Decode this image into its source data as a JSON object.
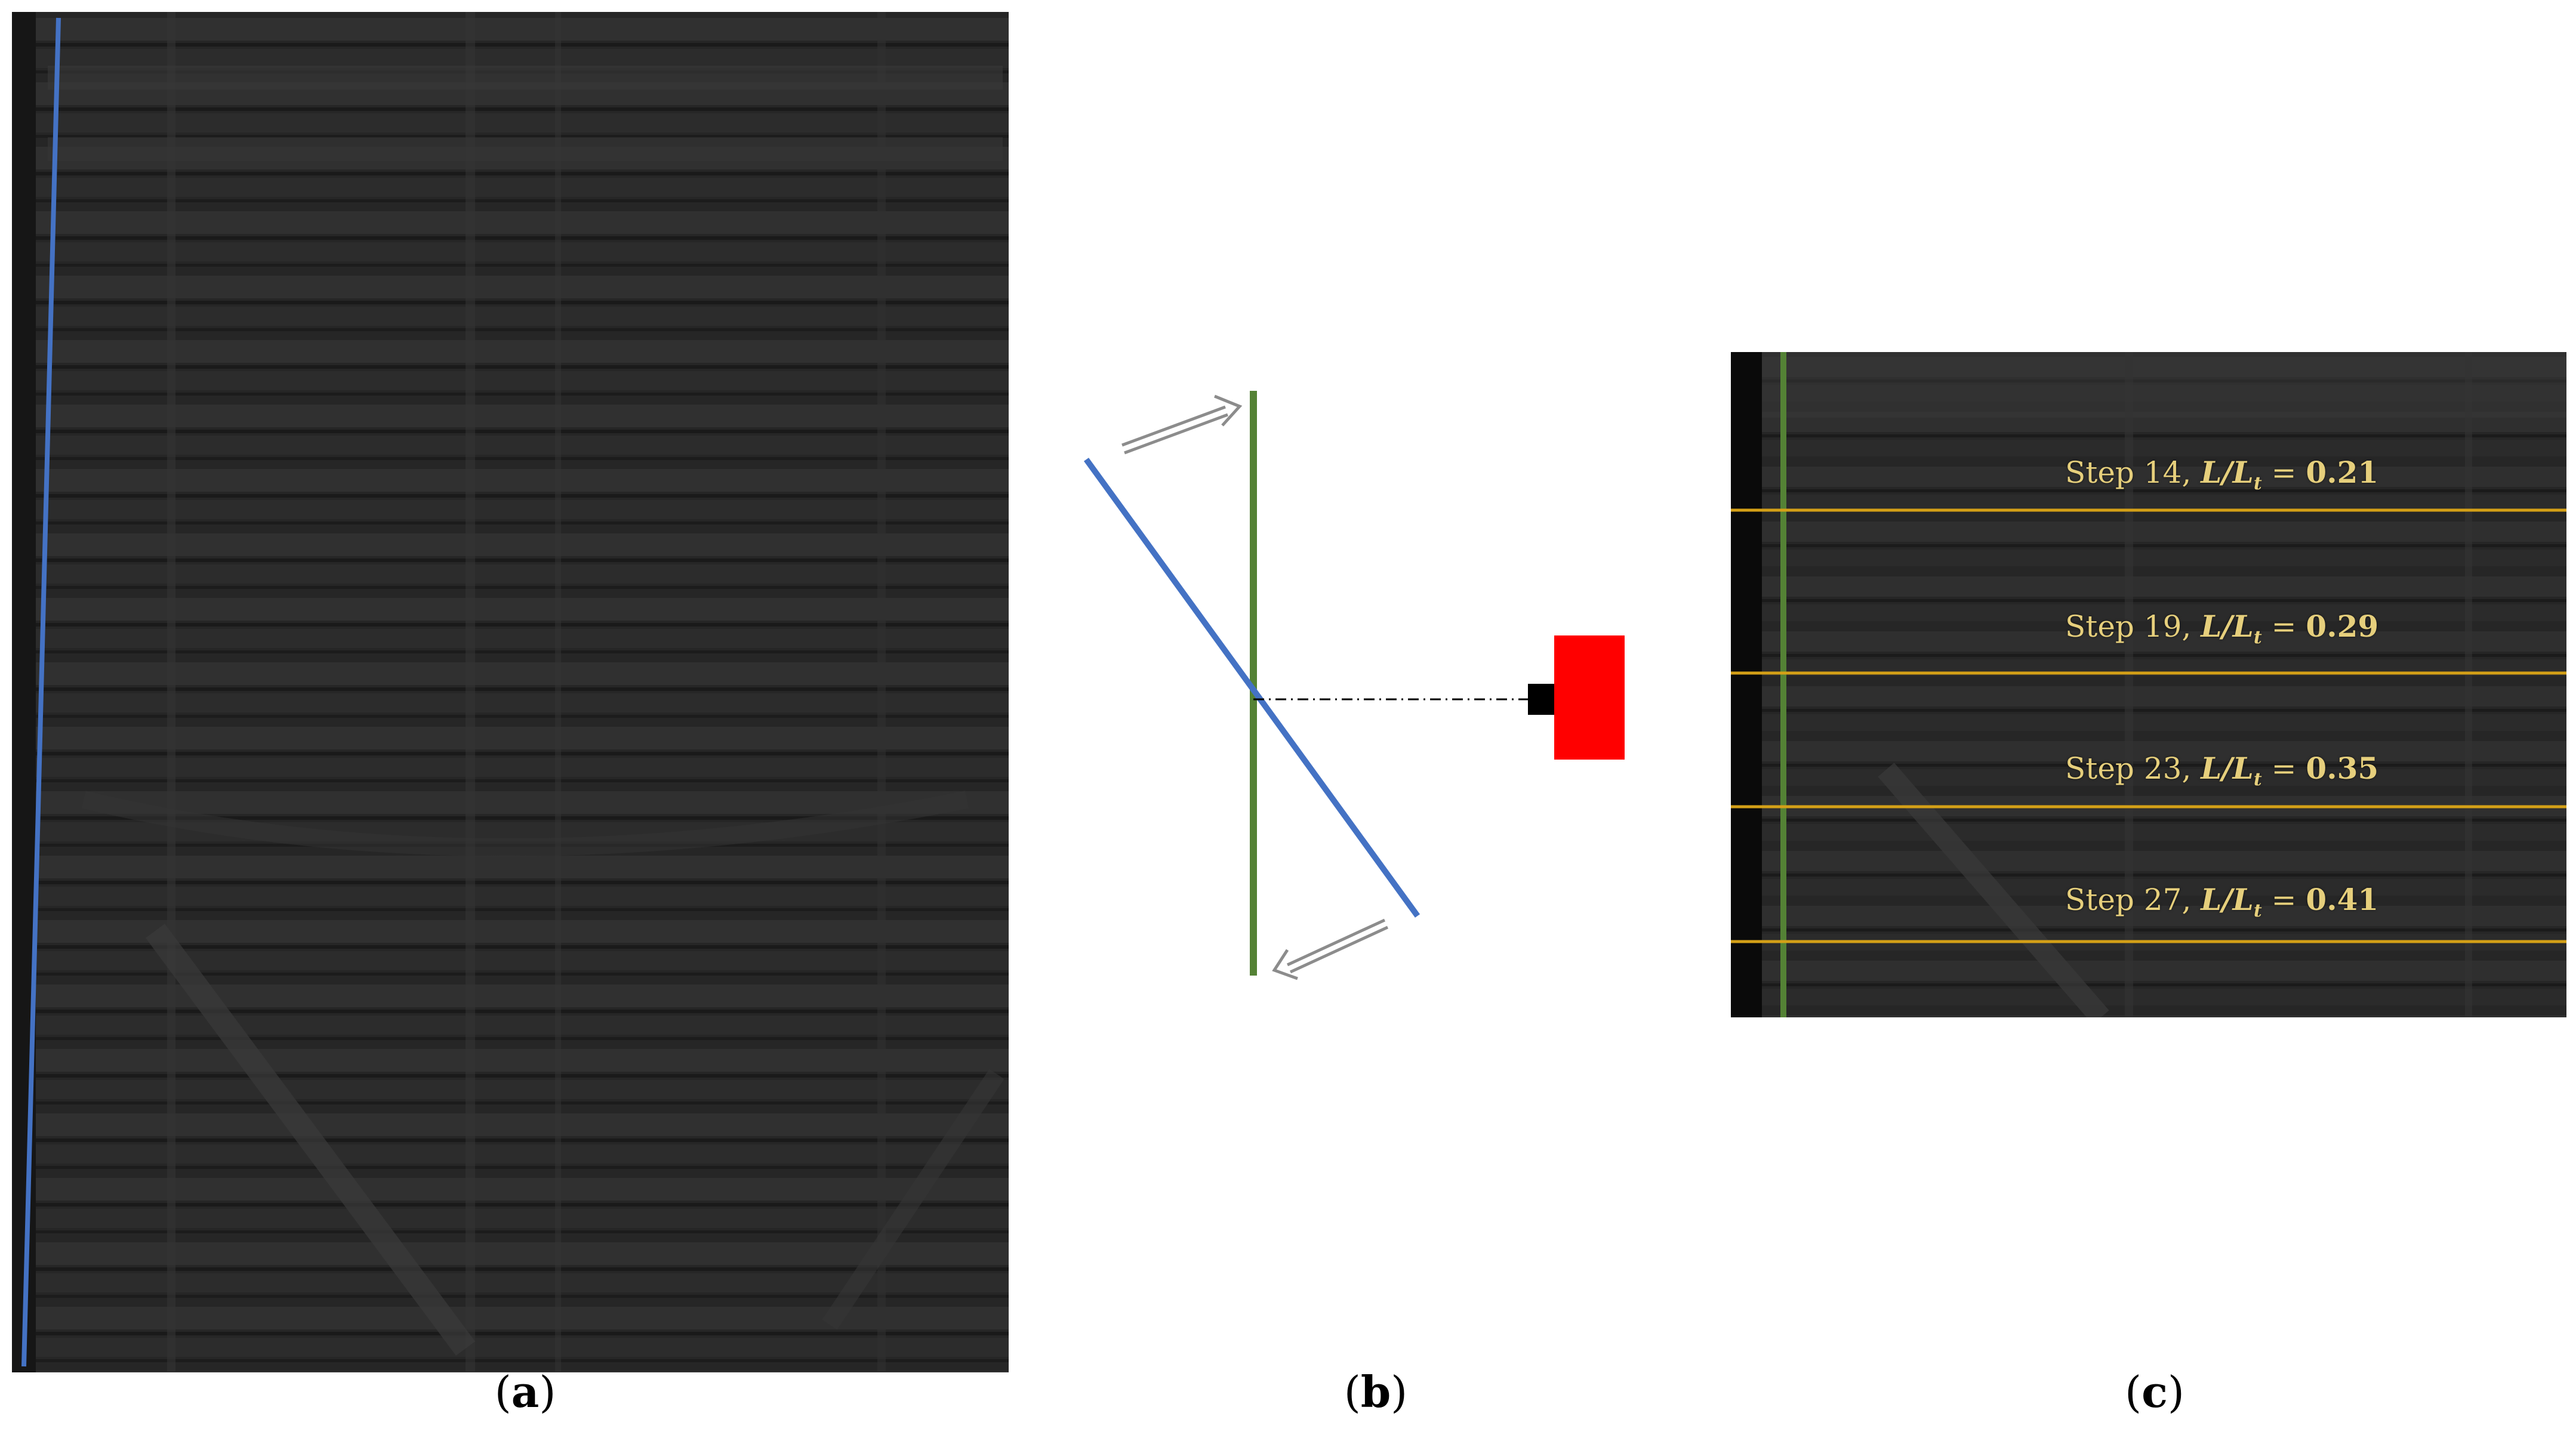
{
  "panels": {
    "a": {
      "caption_open": "(",
      "caption_letter": "a",
      "caption_close": ")"
    },
    "b": {
      "caption_open": "(",
      "caption_letter": "b",
      "caption_close": ")"
    },
    "c": {
      "caption_open": "(",
      "caption_letter": "c",
      "caption_close": ")",
      "steps": [
        {
          "step": "Step 14,",
          "ratio": "L/L",
          "sub": "t",
          "eq": "=",
          "value": "0.21"
        },
        {
          "step": "Step 19,",
          "ratio": "L/L",
          "sub": "t",
          "eq": "=",
          "value": "0.29"
        },
        {
          "step": "Step 23,",
          "ratio": "L/L",
          "sub": "t",
          "eq": "=",
          "value": "0.35"
        },
        {
          "step": "Step 27,",
          "ratio": "L/L",
          "sub": "t",
          "eq": "=",
          "value": "0.41"
        }
      ]
    }
  },
  "colors": {
    "blue_line": "#4472c4",
    "green_line": "#548235",
    "yellow_line": "#d4a017",
    "camera_body": "#ff0000",
    "camera_lens": "#000000",
    "arrow": "#8c8c8c"
  }
}
